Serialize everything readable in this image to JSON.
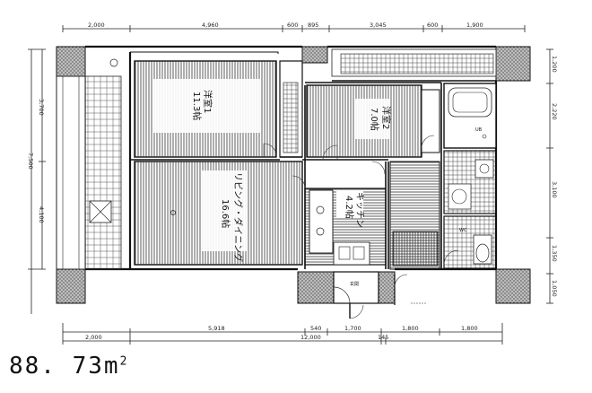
{
  "dims_top": [
    "2,000",
    "4,960",
    "600",
    "895",
    "3,045",
    "600",
    "1,900"
  ],
  "dims_bottom_row1": [
    "5,918",
    "540",
    "1,700",
    "1,800",
    "1,800"
  ],
  "dims_bottom_row2": [
    "2,000",
    "12,000",
    "145"
  ],
  "dims_left": [
    "3,700",
    "7,500",
    "4,100"
  ],
  "dims_right": [
    "1,200",
    "2,220",
    "3,100",
    "1,350",
    "1,050"
  ],
  "rooms": {
    "western1": [
      "洋室1",
      "11.3帖"
    ],
    "western2": [
      "洋室2",
      "7.0帖"
    ],
    "living": [
      "リビング・ダイニング",
      "16.6帖"
    ],
    "kitchen": [
      "キッチン",
      "4.2帖"
    ]
  },
  "fixtures": {
    "ub": "UB",
    "wc": "WC",
    "entrance": "玄関"
  },
  "area": {
    "value": "88. 73",
    "unit": "m",
    "unit_sup": "2"
  }
}
